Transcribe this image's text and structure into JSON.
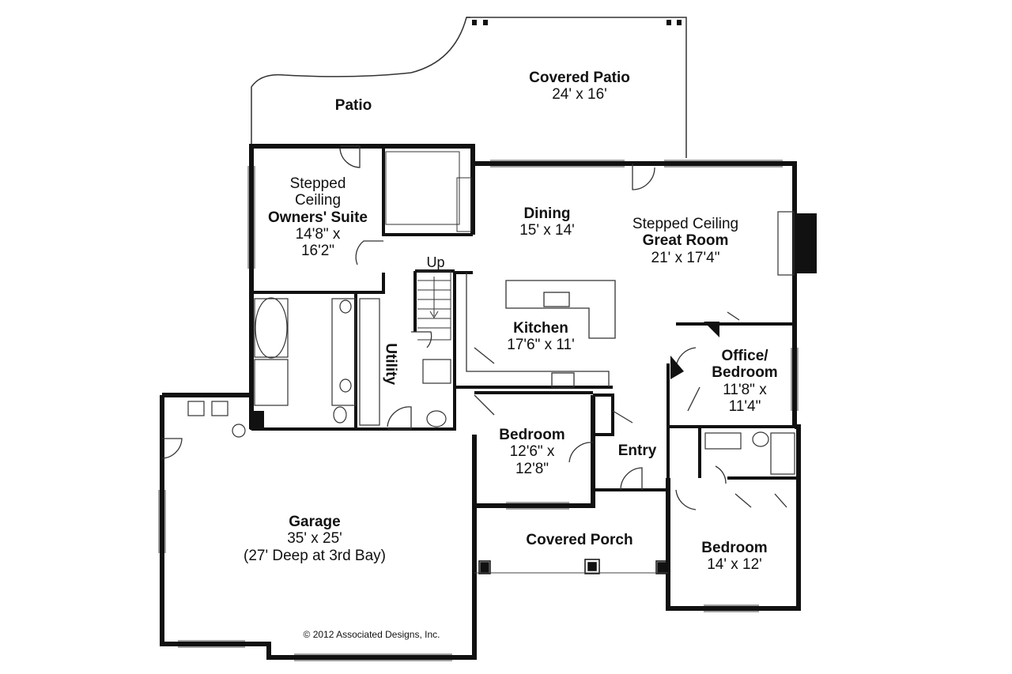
{
  "plan": {
    "rooms": {
      "covered_patio": {
        "name": "Covered Patio",
        "dims": "24' x 16'"
      },
      "patio": {
        "name": "Patio"
      },
      "owners_suite": {
        "ceiling_1": "Stepped",
        "ceiling_2": "Ceiling",
        "name": "Owners' Suite",
        "dims_1": "14'8\" x",
        "dims_2": "16'2\""
      },
      "dining": {
        "name": "Dining",
        "dims": "15' x 14'"
      },
      "great_room": {
        "ceiling": "Stepped Ceiling",
        "name": "Great Room",
        "dims": "21' x 17'4\""
      },
      "stair": {
        "label": "Up"
      },
      "kitchen": {
        "name": "Kitchen",
        "dims": "17'6\" x 11'"
      },
      "utility": {
        "name": "Utility"
      },
      "office": {
        "name_1": "Office/",
        "name_2": "Bedroom",
        "dims_1": "11'8\" x",
        "dims_2": "11'4\""
      },
      "bedroom_center": {
        "name": "Bedroom",
        "dims_1": "12'6\" x",
        "dims_2": "12'8\""
      },
      "entry": {
        "name": "Entry"
      },
      "garage": {
        "name": "Garage",
        "dims": "35' x 25'",
        "note": "(27' Deep at 3rd Bay)"
      },
      "covered_porch": {
        "name": "Covered Porch"
      },
      "bedroom_right": {
        "name": "Bedroom",
        "dims": "14' x 12'"
      }
    },
    "copyright": "© 2012 Associated Designs, Inc.",
    "colors": {
      "wall": "#111111",
      "line": "#333333",
      "background": "#ffffff"
    }
  }
}
